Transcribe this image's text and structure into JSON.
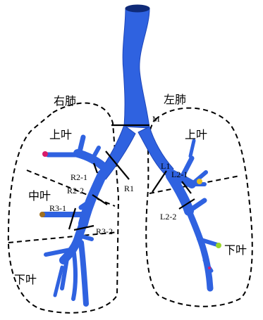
{
  "lungs": {
    "right": {
      "title": "右肺",
      "upper": "上叶",
      "middle": "中叶",
      "lower": "下叶"
    },
    "left": {
      "title": "左肺",
      "upper": "上叶",
      "lower": "下叶"
    }
  },
  "cut_labels": {
    "M": "M",
    "R1": "R1",
    "R2_1": "R2-1",
    "R2_2": "R2-2",
    "R3_1": "R3-1",
    "R3_2": "R3-2",
    "L1": "L1",
    "L2_1": "L2-1",
    "L2_2": "L2-2"
  },
  "colors": {
    "airway": "#2f62e0",
    "airway_shade": "#1d45b8",
    "trachea_top": "#0f2a78",
    "outline": "#000000",
    "markers": [
      "#d81b6a",
      "#a07020",
      "#1aa070",
      "#e6c020",
      "#9ad62a",
      "#1f8f6a"
    ]
  }
}
